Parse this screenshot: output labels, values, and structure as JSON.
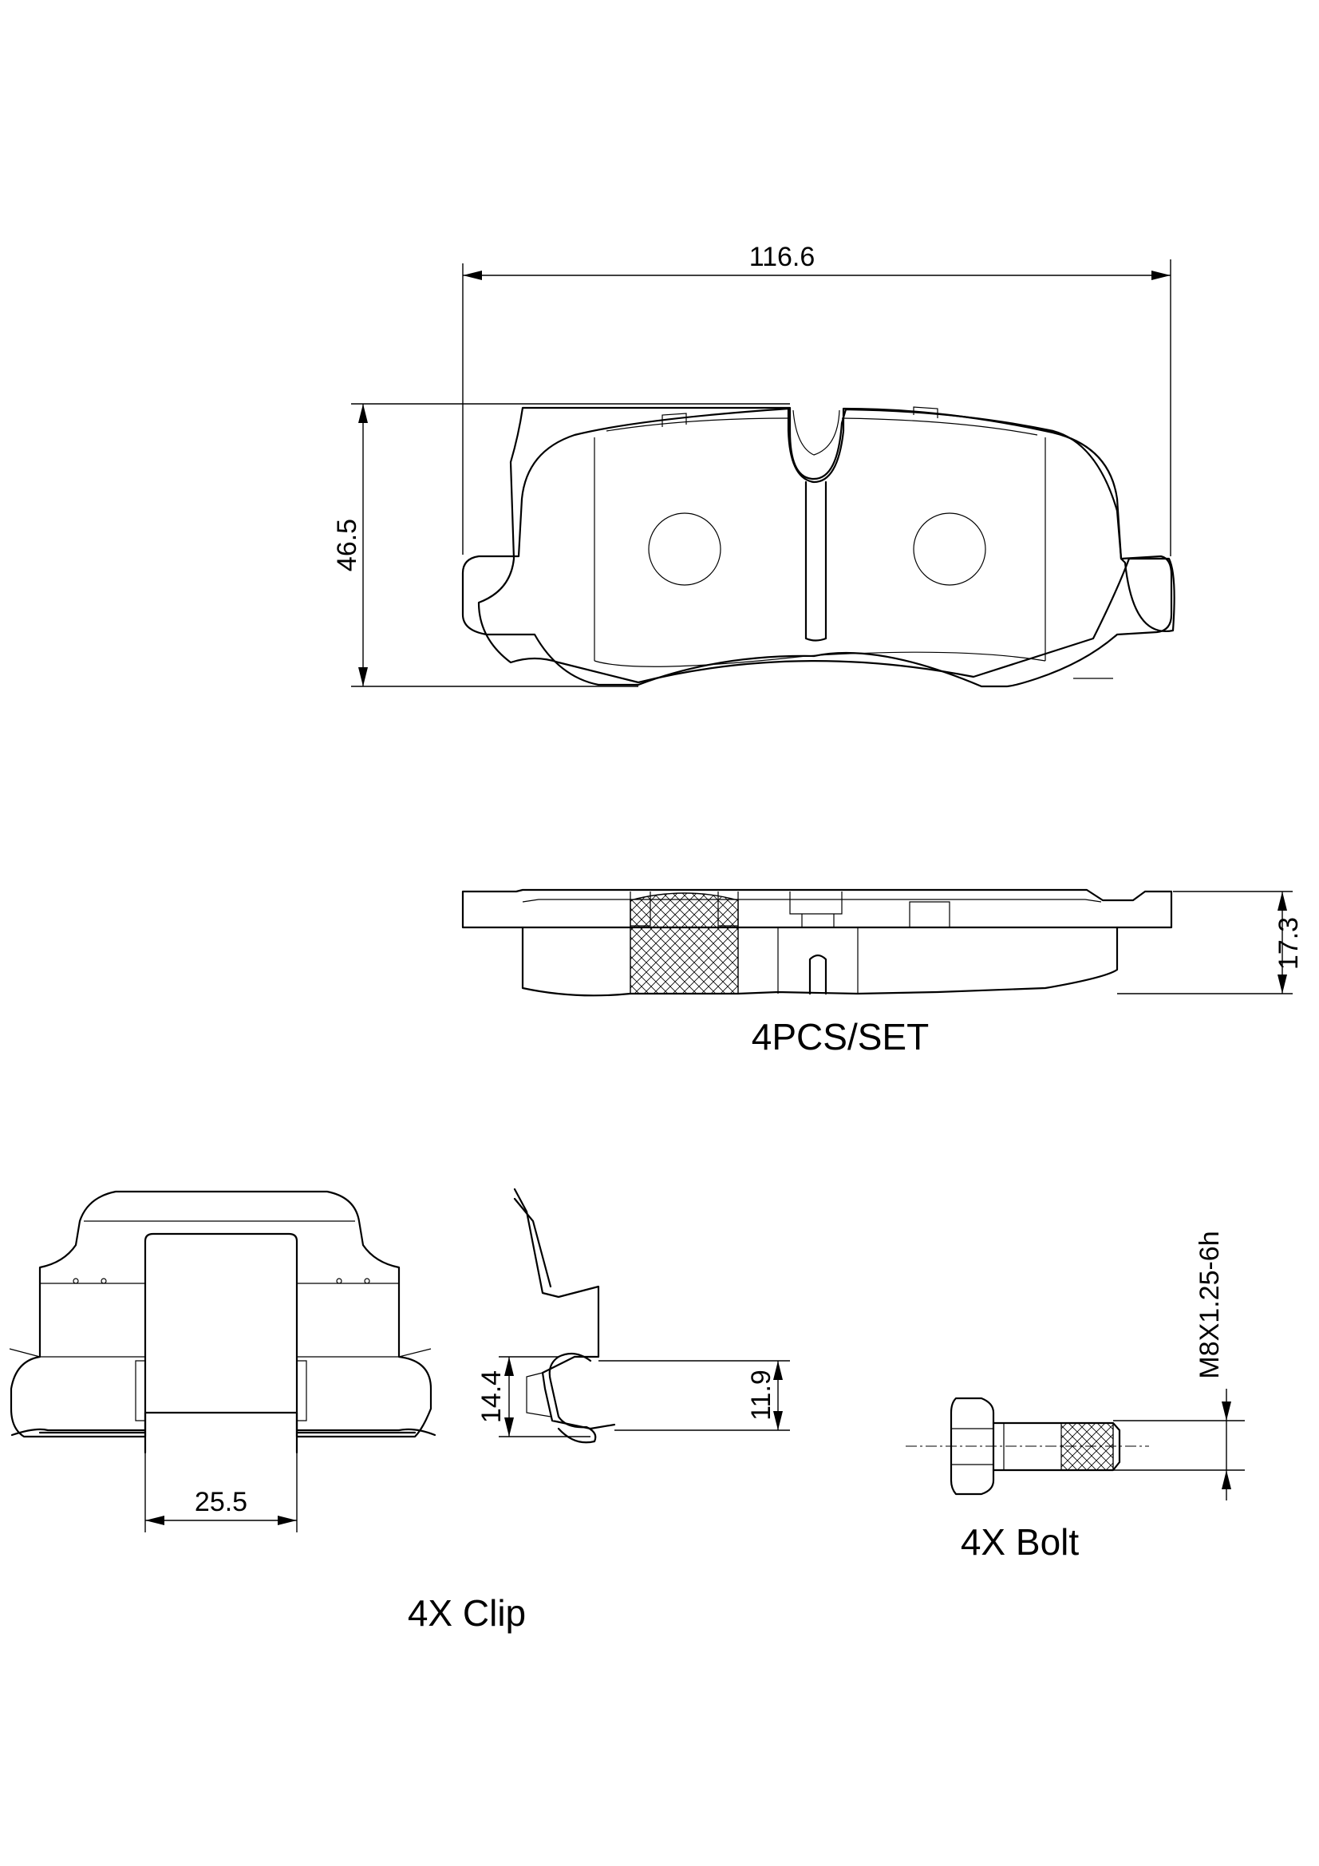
{
  "dimensions": {
    "pad_width": "116.6",
    "pad_height": "46.5",
    "pad_thickness": "17.3",
    "clip_width": "25.5",
    "clip_outer": "14.4",
    "clip_inner": "11.9",
    "bolt_thread": "M8X1.25-6h"
  },
  "labels": {
    "pad_set": "4PCS/SET",
    "clip": "4X Clip",
    "bolt": "4X Bolt"
  }
}
